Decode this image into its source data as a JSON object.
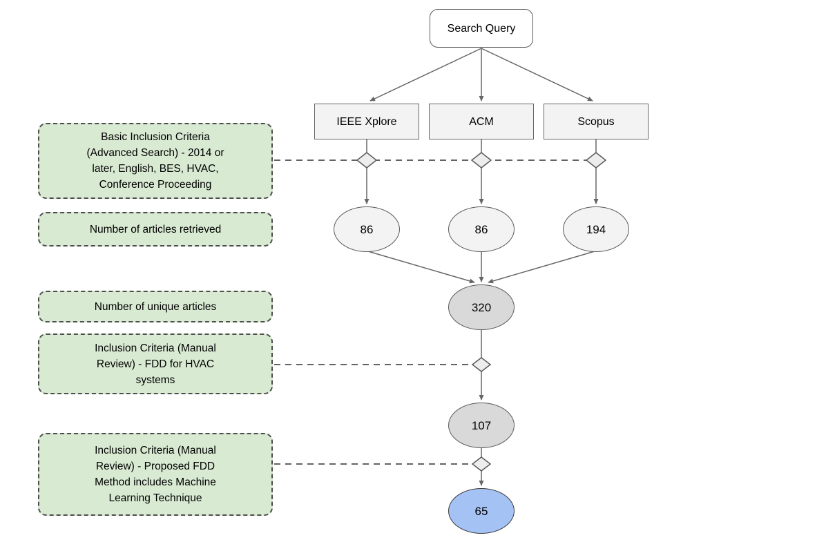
{
  "diagram": {
    "root_label": "Search Query",
    "sources": [
      {
        "label": "IEEE Xplore",
        "retrieved": "86"
      },
      {
        "label": "ACM",
        "retrieved": "86"
      },
      {
        "label": "Scopus",
        "retrieved": "194"
      }
    ],
    "merge": {
      "unique_count": "320",
      "after_manual_review_count": "107",
      "final_count": "65"
    },
    "annotations": [
      {
        "text": "Basic Inclusion Criteria\n(Advanced Search) - 2014 or\nlater, English, BES, HVAC,\nConference Proceeding"
      },
      {
        "text": "Number of articles retrieved"
      },
      {
        "text": "Number of unique articles"
      },
      {
        "text": "Inclusion Criteria (Manual\nReview) - FDD for HVAC\nsystems"
      },
      {
        "text": "Inclusion Criteria (Manual\nReview) - Proposed FDD\nMethod includes Machine\nLearning Technique"
      }
    ],
    "colors": {
      "annotation_fill": "#d9ead3",
      "node_fill_light": "#f3f3f3",
      "node_fill_dark": "#d9d9d9",
      "final_fill": "#a4c2f4",
      "stroke": "#666666"
    }
  }
}
